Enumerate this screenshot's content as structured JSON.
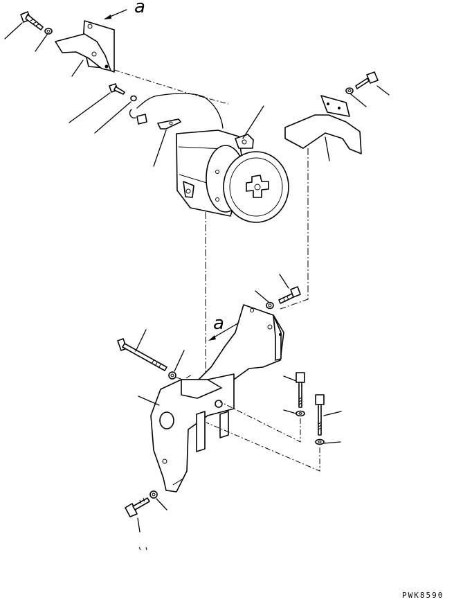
{
  "view_labels": {
    "top": "a",
    "middle": "a"
  },
  "drawing_code": "PWK8590"
}
